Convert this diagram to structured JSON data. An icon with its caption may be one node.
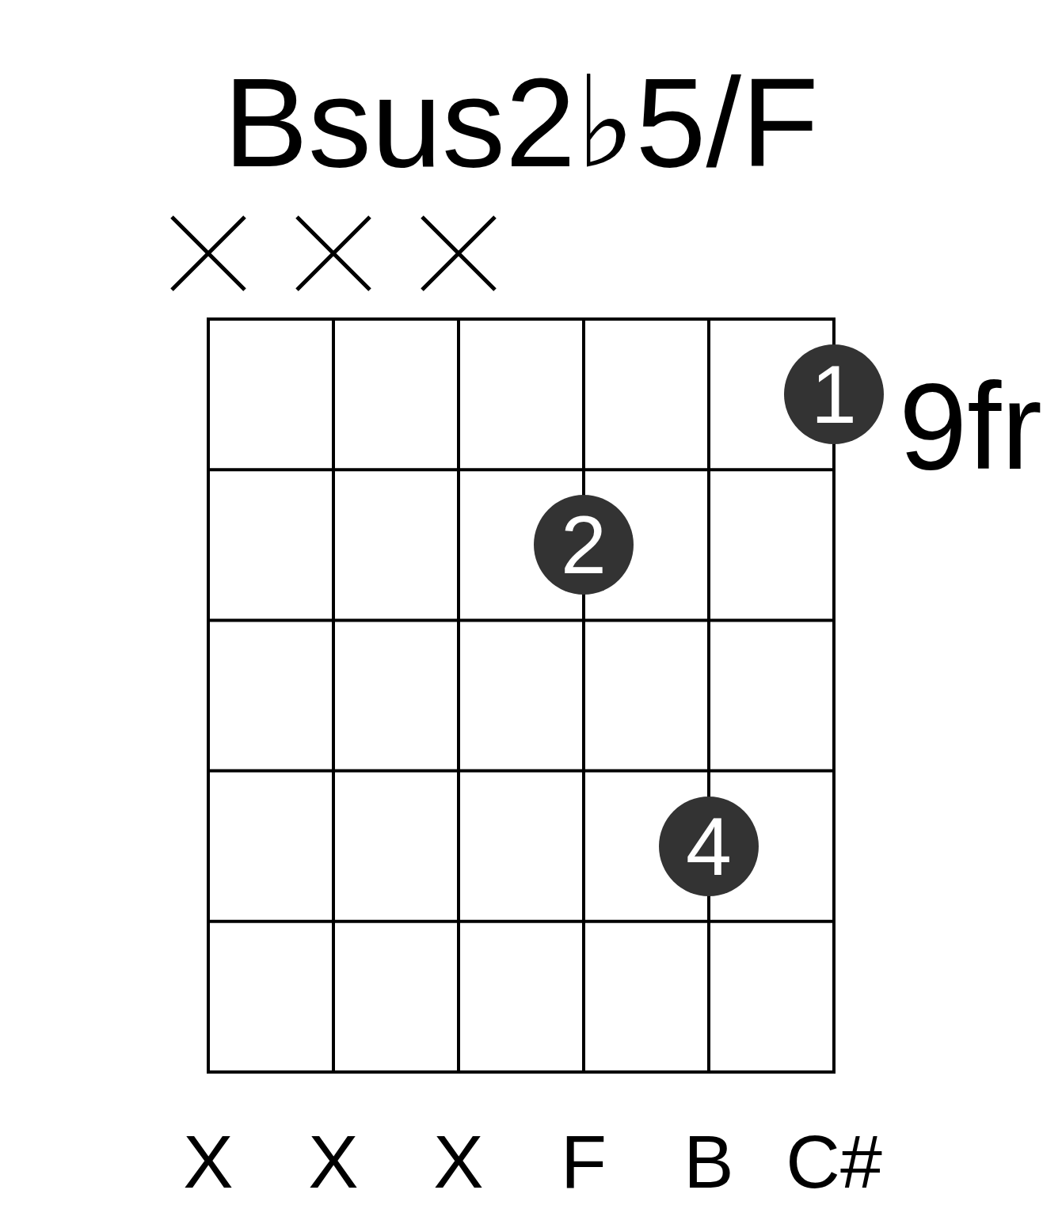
{
  "diagram": {
    "title": "Bsus2♭5/F",
    "nodes": [
      {
        "text": [
          "1"
        ]
      },
      {
        "text": [
          "2"
        ]
      },
      {
        "text": [
          "4"
        ]
      }
    ],
    "labels": [
      "9fr",
      "X",
      "X",
      "X",
      "F",
      "B",
      "C#"
    ]
  }
}
